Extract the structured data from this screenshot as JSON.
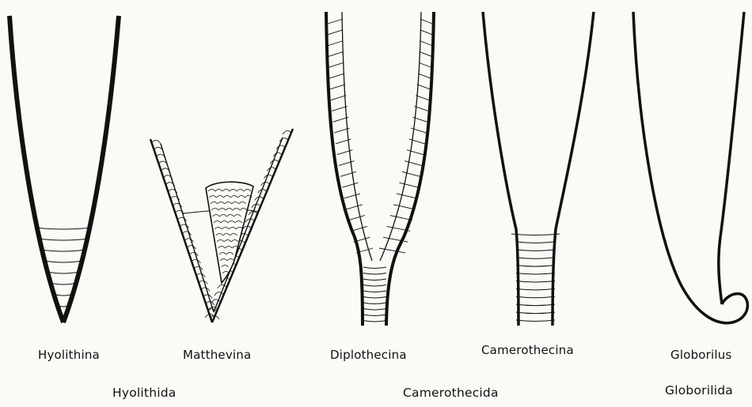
{
  "figures": [
    {
      "key": "hyolithina",
      "label": "Hyolithina"
    },
    {
      "key": "matthevina",
      "label": "Matthevina"
    },
    {
      "key": "diplothecina",
      "label": "Diplothecina"
    },
    {
      "key": "camerothecina",
      "label": "Camerothecina"
    },
    {
      "key": "globorilus",
      "label": "Globorilus"
    }
  ],
  "groups": [
    {
      "key": "hyolithida",
      "label": "Hyolithida"
    },
    {
      "key": "camerothecida",
      "label": "Camerothecida"
    },
    {
      "key": "globorilida",
      "label": "Globorilida"
    }
  ],
  "colors": {
    "ink": "#111111",
    "paper": "#fbfaf6"
  }
}
